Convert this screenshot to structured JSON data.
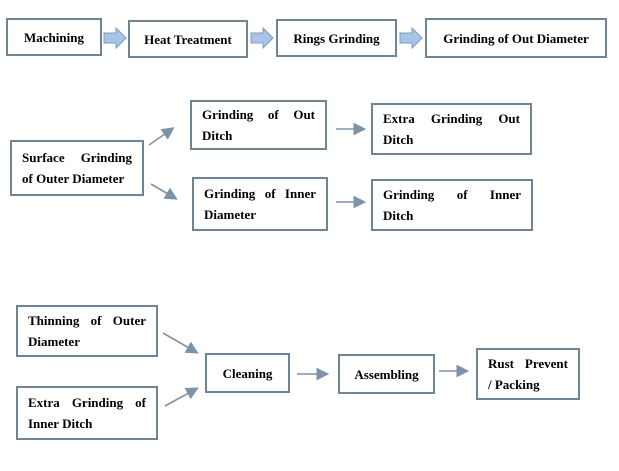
{
  "row1": [
    {
      "id": "machining",
      "label": "Machining"
    },
    {
      "id": "heat-treatment",
      "label": "Heat Treatment"
    },
    {
      "id": "rings-grinding",
      "label": "Rings Grinding"
    },
    {
      "id": "grinding-out-diameter",
      "label": "Grinding of Out Diameter"
    }
  ],
  "row2": {
    "surface": {
      "line1": "Surface Grinding",
      "line2": "of Outer Diameter"
    },
    "out_ditch": {
      "line1": "Grinding of Out",
      "line2": "Ditch"
    },
    "inner_diameter": {
      "line1": "Grinding of Inner",
      "line2": "Diameter"
    },
    "extra_out_ditch": {
      "line1": "Extra Grinding Out",
      "line2": "Ditch"
    },
    "inner_ditch": {
      "line1": "Grinding of Inner",
      "line2": "Ditch"
    }
  },
  "row3": {
    "thinning": {
      "line1": "Thinning of Outer",
      "line2": "Diameter"
    },
    "extra_inner": {
      "line1": "Extra Grinding of",
      "line2": "Inner Ditch"
    },
    "cleaning": "Cleaning",
    "assembling": "Assembling",
    "rust": {
      "line1": "Rust Prevent",
      "line2": "/ Packing"
    }
  },
  "colors": {
    "border": "#6f8596",
    "block_arrow_fill": "#a9c4e4",
    "block_arrow_stroke": "#7c9bbf",
    "line_arrow": "#7d93a8"
  }
}
